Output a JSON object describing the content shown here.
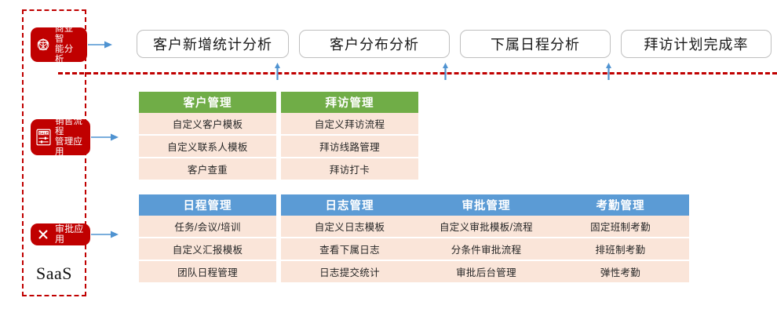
{
  "saas": {
    "label": "SaaS",
    "border_color": "#C00000"
  },
  "badges": [
    {
      "key": "bi",
      "icon": "network-graph-icon",
      "label": "商业智\n能分析"
    },
    {
      "key": "sale",
      "icon": "sale-sliders-icon",
      "label": "销售流程\n管理应用"
    },
    {
      "key": "appr",
      "icon": "cross-approval-icon",
      "label": "审批应用"
    }
  ],
  "top_buttons": [
    {
      "label": "客户新增统计分析"
    },
    {
      "label": "客户分布分析"
    },
    {
      "label": "下属日程分析"
    },
    {
      "label": "拜访计划完成率"
    }
  ],
  "tables": [
    {
      "group": "green",
      "header": "客户管理",
      "header_color": "#70AD47",
      "rows": [
        "自定义客户模板",
        "自定义联系人模板",
        "客户查重"
      ]
    },
    {
      "group": "green",
      "header": "拜访管理",
      "header_color": "#70AD47",
      "rows": [
        "自定义拜访流程",
        "拜访线路管理",
        "拜访打卡"
      ]
    },
    {
      "group": "blue",
      "header": "日程管理",
      "header_color": "#5B9BD5",
      "rows": [
        "任务/会议/培训",
        "自定义汇报模板",
        "团队日程管理"
      ]
    },
    {
      "group": "blue",
      "header": "日志管理",
      "header_color": "#5B9BD5",
      "rows": [
        "自定义日志模板",
        "查看下属日志",
        "日志提交统计"
      ]
    },
    {
      "group": "blue",
      "header": "审批管理",
      "header_color": "#5B9BD5",
      "rows": [
        "自定义审批模板/流程",
        "分条件审批流程",
        "审批后台管理"
      ]
    },
    {
      "group": "blue",
      "header": "考勤管理",
      "header_color": "#5B9BD5",
      "rows": [
        "固定班制考勤",
        "排班制考勤",
        "弹性考勤"
      ]
    }
  ],
  "colors": {
    "row_bg": "#FAE5D9",
    "arrow_blue": "#4F93D1",
    "badge_red": "#C00000"
  }
}
